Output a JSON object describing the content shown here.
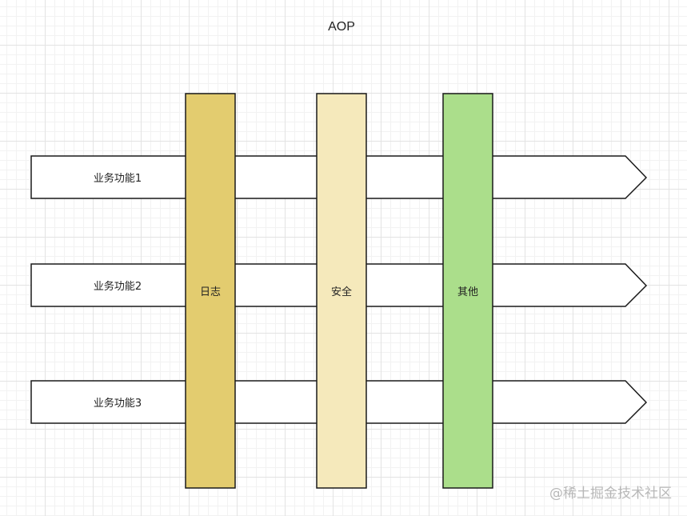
{
  "title": "AOP",
  "flows": [
    {
      "label": "业务功能1"
    },
    {
      "label": "业务功能2"
    },
    {
      "label": "业务功能3"
    }
  ],
  "aspects": [
    {
      "label": "日志",
      "color": "#e3cc6f"
    },
    {
      "label": "安全",
      "color": "#f5e9bb"
    },
    {
      "label": "其他",
      "color": "#abde8b"
    }
  ],
  "watermark": "@稀土掘金技术社区",
  "colors": {
    "stroke": "#1a1a1a",
    "flow_fill": "#ffffff",
    "text": "#222222",
    "grid": "#e3e3e3"
  }
}
